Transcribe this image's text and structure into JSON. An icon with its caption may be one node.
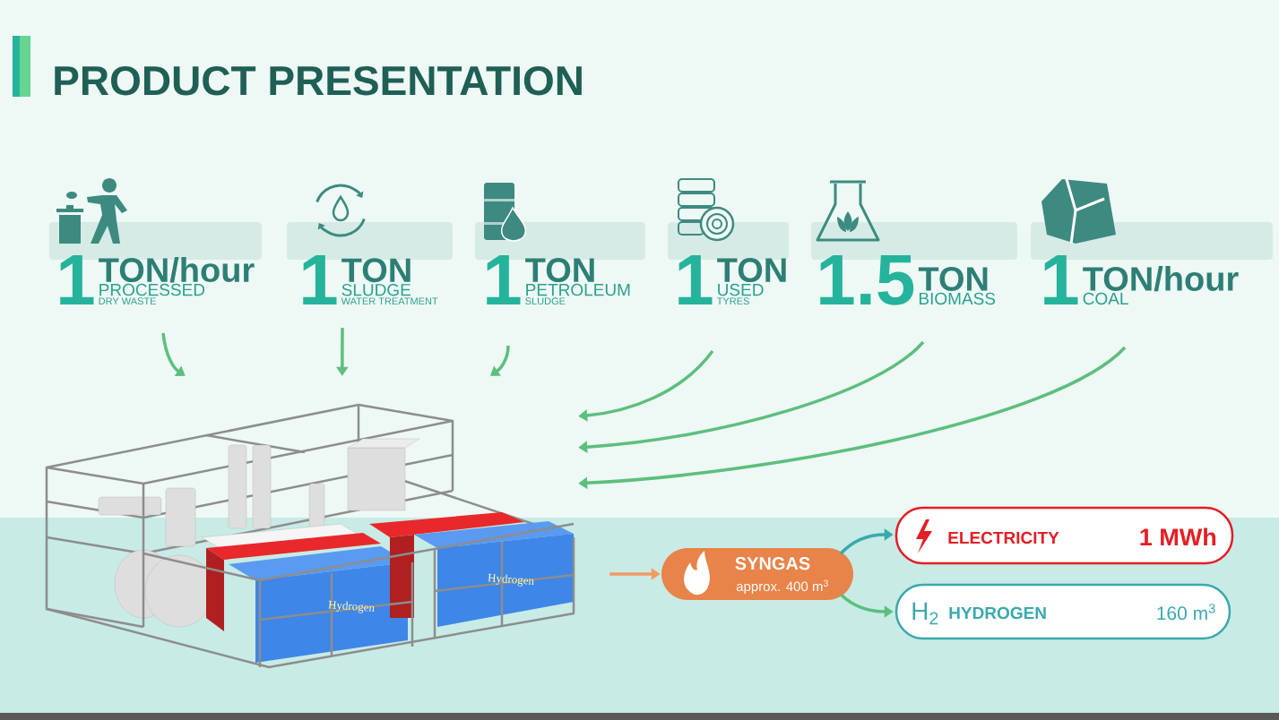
{
  "diagram": {
    "title": "PRODUCT PRESENTATION",
    "nodes": [
      {
        "text": [
          "1",
          "TON/hour",
          "PROCESSED",
          "DRY WASTE"
        ]
      },
      {
        "text": [
          "1",
          "TON",
          "SLUDGE",
          "WATER TREATMENT"
        ]
      },
      {
        "text": [
          "1",
          "TON",
          "PETROLEUM",
          "SLUDGE"
        ]
      },
      {
        "text": [
          "1",
          "TON",
          "USED",
          "TYRES"
        ]
      },
      {
        "text": [
          "1.5",
          "TON",
          "BIOMASS"
        ]
      },
      {
        "text": [
          "1",
          "TON/hour",
          "COAL"
        ]
      },
      {
        "text": [
          "Hydrogen",
          "Hydrogen"
        ]
      },
      {
        "text": [
          "SYNGAS",
          "approx. 400 m$^{3}$"
        ]
      },
      {
        "text": [
          "ELECTRICITY",
          "1 MWh"
        ]
      },
      {
        "text": [
          "H$_{2}$",
          "HYDROGEN",
          "160 m$^{3}$"
        ]
      }
    ],
    "edges": [
      {
        "from": 0,
        "to": 6,
        "arrow": "to"
      },
      {
        "from": 1,
        "to": 6,
        "arrow": "to"
      },
      {
        "from": 2,
        "to": 6,
        "arrow": "to"
      },
      {
        "from": 3,
        "to": 6,
        "arrow": "to"
      },
      {
        "from": 4,
        "to": 6,
        "arrow": "to"
      },
      {
        "from": 5,
        "to": 6,
        "arrow": "to"
      },
      {
        "from": 6,
        "to": 7,
        "arrow": "to",
        "color": "#f29a66"
      },
      {
        "from": 7,
        "to": 8,
        "arrow": "to",
        "color": "#3aa9ad"
      },
      {
        "from": 7,
        "to": 9,
        "arrow": "to"
      }
    ]
  }
}
